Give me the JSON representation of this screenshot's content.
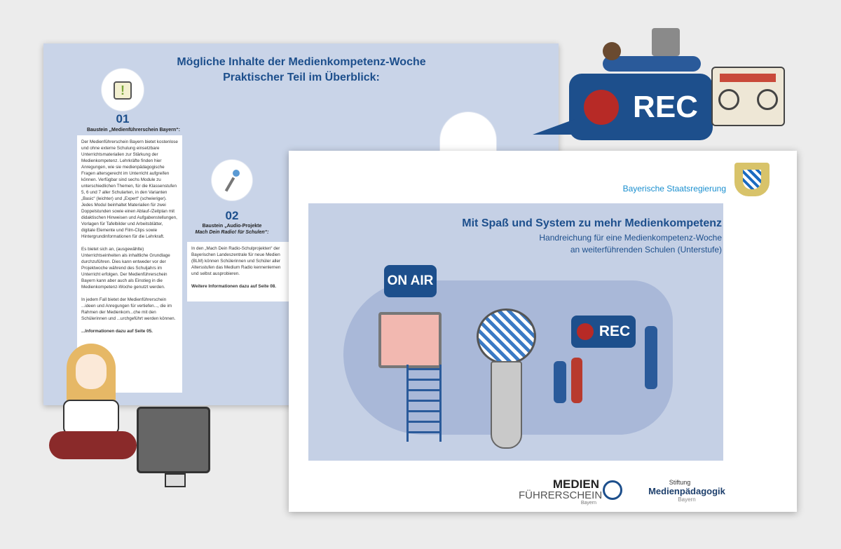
{
  "back_brochure": {
    "title": "Mögliche Inhalte der Medienkompetenz-Woche",
    "subtitle": "Praktischer Teil im Überblick:",
    "modules": [
      {
        "number": "01",
        "heading": "Baustein „Medienführerschein Bayern“:",
        "paragraphs": [
          "Der Medienführerschein Bayern bietet kostenlose und ohne externe Schulung einsetzbare Unterrichtsmaterialien zur Stärkung der Medienkompetenz. Lehrkräfte finden hier Anregungen, wie sie medienpädagogische Fragen altersgerecht im Unterricht aufgreifen können. Verfügbar sind sechs Module zu unterschiedlichen Themen, für die Klassenstufen 5, 6 und 7 aller Schularten, in den Varianten „Basic“ (leichter) und „Expert“ (schwieriger). Jedes Modul beinhaltet Materialien für zwei Doppelstunden sowie einen Ablauf-/Zeitplan mit didaktischen Hinweisen und Aufgabenstellungen, Vorlagen für Tafelbilder und Arbeitsblätter, digitale Elemente und Film-Clips sowie Hintergrundinformationen für die Lehrkraft.",
          "Es bietet sich an, (ausgewählte) Unterrichtseinheiten als inhaltliche Grundlage durchzuführen. Dies kann entweder vor der Projektwoche während des Schuljahrs im Unterricht erfolgen. Der Medienführerschein Bayern kann aber auch als Einstieg in die Medienkompetenz-Woche genutzt werden.",
          "In jedem Fall bietet der Medienführerschein ...ideen und Anregungen für vertiefen..., die im Rahmen der Medienkom...che mit den Schülerinnen und ...urchgeführt werden können."
        ],
        "more": "...Informationen dazu auf Seite 05."
      },
      {
        "number": "02",
        "heading": "Baustein „Audio-Projekte",
        "heading2": "Mach Dein Radio! für Schulen“:",
        "paragraphs": [
          "In den „Mach Dein Radio-Schulprojekten“ der Bayerischen Landeszentrale für neue Medien (BLM) können Schülerinnen und Schüler aller Altersstufen das Medium Radio kennenlernen und selbst ausprobieren."
        ],
        "more": "Weitere Informationen dazu auf Seite 08."
      }
    ]
  },
  "front_brochure": {
    "publisher": "Bayerische Staatsregierung",
    "title": "Mit Spaß und System zu mehr Medienkompetenz",
    "subtitle_line1": "Handreichung für eine Medienkompetenz-Woche",
    "subtitle_line2": "an weiterführenden Schulen (Unterstufe)",
    "on_air": "ON AIR",
    "rec": "REC",
    "logo1": {
      "line1": "MEDIEN",
      "line2": "FÜHRERSCHEIN",
      "line3": "Bayern"
    },
    "logo2": {
      "line1": "Stiftung",
      "line2": "Medienpädagogik",
      "line3": "Bayern"
    }
  },
  "rec_bubble": "REC",
  "colors": {
    "brand": "#1d4f8c",
    "accent": "#1a8fcf",
    "rec": "#b72a26",
    "band": "#c5d0e5"
  }
}
